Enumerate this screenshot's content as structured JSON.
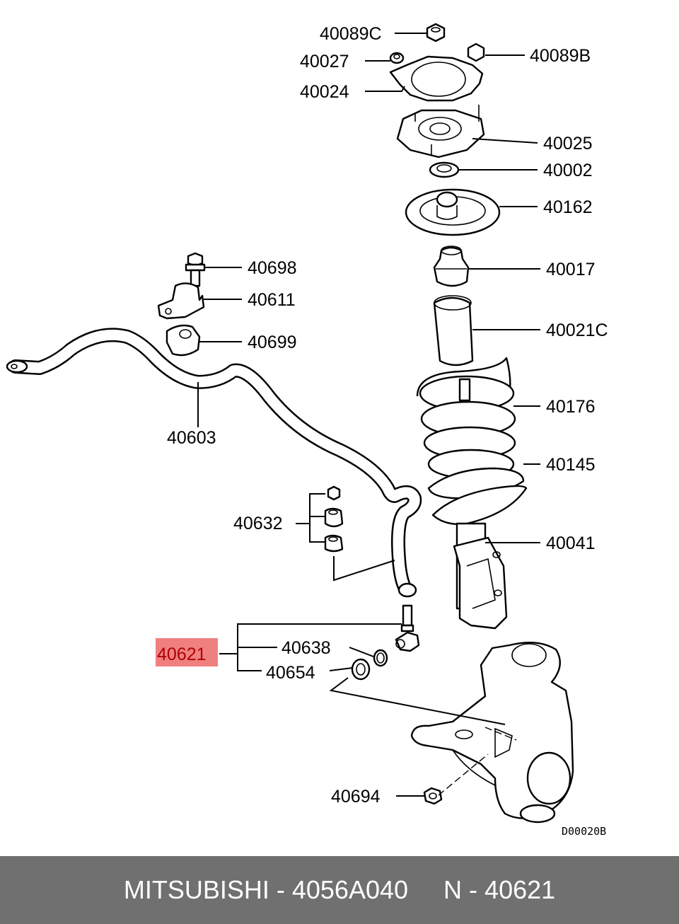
{
  "labels": {
    "p40089C": "40089C",
    "p40027": "40027",
    "p40024": "40024",
    "p40089B": "40089B",
    "p40025": "40025",
    "p40002": "40002",
    "p40162": "40162",
    "p40698": "40698",
    "p40611": "40611",
    "p40699": "40699",
    "p40017": "40017",
    "p40021C": "40021C",
    "p40176": "40176",
    "p40603": "40603",
    "p40145": "40145",
    "p40632": "40632",
    "p40041": "40041",
    "p40621": "40621",
    "p40638": "40638",
    "p40654": "40654",
    "p40694": "40694"
  },
  "highlight": {
    "part": "40621",
    "color": "#f08080"
  },
  "drawing_code": "D00020B",
  "footer": {
    "brand": "MITSUBISHI",
    "sep1": " - ",
    "part_number": "4056A040",
    "gap": "     ",
    "n_prefix": "N",
    "sep2": " - ",
    "ref": "40621"
  }
}
